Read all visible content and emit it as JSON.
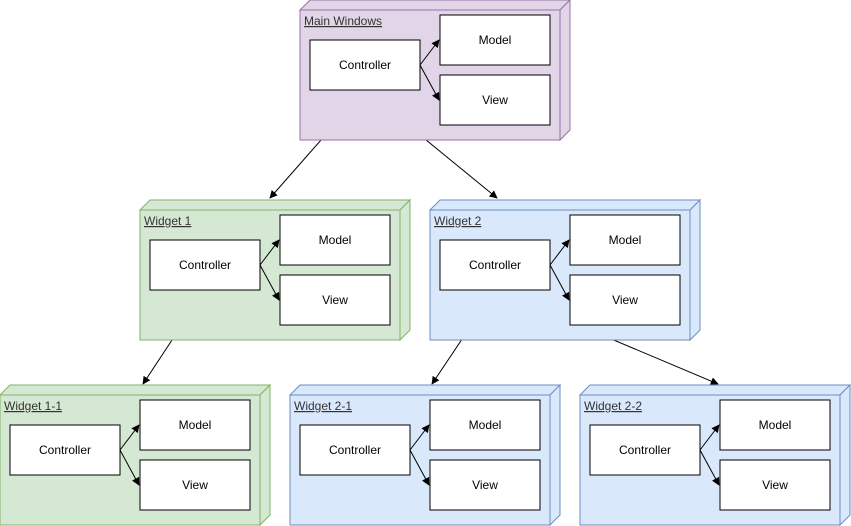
{
  "diagram": {
    "colors": {
      "purple_fill": "#e1d5e7",
      "purple_stroke": "#9673a6",
      "green_fill": "#d5e8d4",
      "green_stroke": "#82b366",
      "blue_fill": "#dae8fc",
      "blue_stroke": "#6c8ebf",
      "box_fill": "#ffffff",
      "line": "#000000"
    },
    "nodes": [
      {
        "id": "main",
        "title": "Main Windows",
        "theme": "purple",
        "controller": "Controller",
        "model": "Model",
        "view": "View"
      },
      {
        "id": "w1",
        "title": "Widget 1",
        "theme": "green",
        "controller": "Controller",
        "model": "Model",
        "view": "View"
      },
      {
        "id": "w2",
        "title": "Widget 2",
        "theme": "blue",
        "controller": "Controller",
        "model": "Model",
        "view": "View"
      },
      {
        "id": "w1_1",
        "title": "Widget 1-1",
        "theme": "green",
        "controller": "Controller",
        "model": "Model",
        "view": "View"
      },
      {
        "id": "w2_1",
        "title": "Widget 2-1",
        "theme": "blue",
        "controller": "Controller",
        "model": "Model",
        "view": "View"
      },
      {
        "id": "w2_2",
        "title": "Widget 2-2",
        "theme": "blue",
        "controller": "Controller",
        "model": "Model",
        "view": "View"
      }
    ],
    "edges": [
      {
        "from": "main",
        "to": "w1"
      },
      {
        "from": "main",
        "to": "w2"
      },
      {
        "from": "w1",
        "to": "w1_1"
      },
      {
        "from": "w2",
        "to": "w2_1"
      },
      {
        "from": "w2",
        "to": "w2_2"
      }
    ]
  }
}
